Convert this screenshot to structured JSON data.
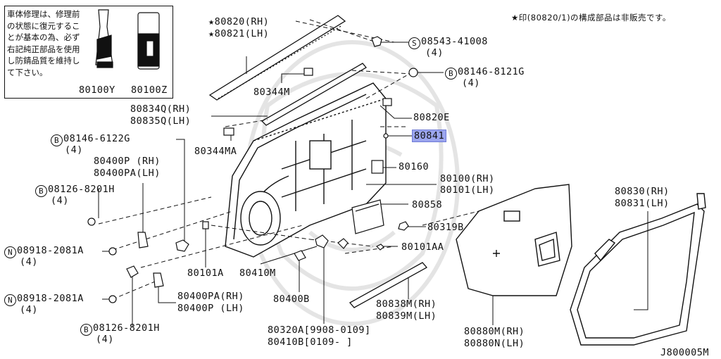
{
  "note": {
    "text": "車体修理は、修理前の状態に復元することが基本の為、必ず右記純正部品を使用し防錆品質を維持して下さい。",
    "part_a": "80100Y",
    "part_b": "80100Z"
  },
  "header_note": "★印(80820/1)の構成部品は非販売です。",
  "diagram_id": "J800005M",
  "labels": {
    "p80820": "★80820(RH)",
    "p80821": "★80821(LH)",
    "s08543": "08543-41008",
    "s08543_qty": "(4)",
    "b08146_8121": "08146-8121G",
    "b08146_8121_qty": "(4)",
    "p80344m": "80344M",
    "p80834q": "80834Q(RH)",
    "p80835q": "80835Q(LH)",
    "p80820e": "80820E",
    "p80841": "80841",
    "b08146_6122": "08146-6122G",
    "b08146_6122_qty": "(4)",
    "p80344ma": "80344MA",
    "p80160": "80160",
    "p80400p": "80400P  (RH)",
    "p80400pa": "80400PA(LH)",
    "p80100": "80100(RH)",
    "p80101": "80101(LH)",
    "b08126_a": "08126-8201H",
    "b08126_a_qty": "(4)",
    "p80858": "80858",
    "p80830": "80830(RH)",
    "p80831": "80831(LH)",
    "p80319b": "80319B",
    "n08918_a": "08918-2081A",
    "n08918_a_qty": "(4)",
    "p80101aa": "80101AA",
    "p80101a": "80101A",
    "p80410m": "80410M",
    "p80400pa_rh": "80400PA(RH)",
    "p80400p_lh": "80400P (LH)",
    "n08918_b": "08918-2081A",
    "n08918_b_qty": "(4)",
    "p80400b": "80400B",
    "p80838m": "80838M(RH)",
    "p80839m": "80839M(LH)",
    "b08126_b": "08126-8201H",
    "b08126_b_qty": "(4)",
    "p80320a": "80320A[9908-0109]",
    "p80410b": "80410B[0109-     ]",
    "p80880m": "80880M(RH)",
    "p80880n": "80880N(LH)",
    "sym_s": "S",
    "sym_b": "B",
    "sym_n": "N"
  },
  "colors": {
    "highlight": "#9ba5ee",
    "ink": "#111111"
  }
}
